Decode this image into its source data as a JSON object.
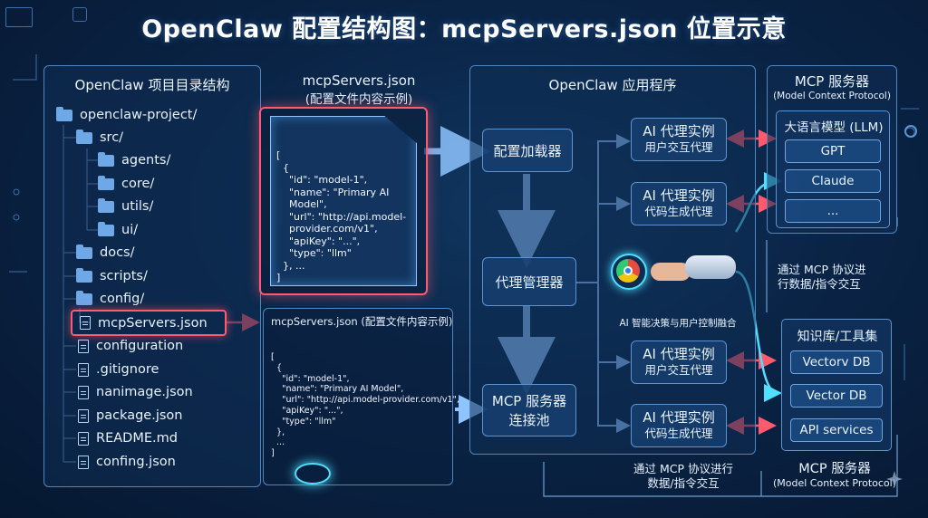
{
  "title": "OpenClaw 配置结构图：mcpServers.json 位置示意",
  "project_panel": {
    "header": "OpenClaw 项目目录结构",
    "items": [
      {
        "label": "openclaw-project/",
        "type": "folder"
      },
      {
        "label": "src/",
        "type": "folder"
      },
      {
        "label": "agents/",
        "type": "folder"
      },
      {
        "label": "core/",
        "type": "folder"
      },
      {
        "label": "utils/",
        "type": "folder"
      },
      {
        "label": "ui/",
        "type": "folder"
      },
      {
        "label": "docs/",
        "type": "folder"
      },
      {
        "label": "scripts/",
        "type": "folder"
      },
      {
        "label": "config/",
        "type": "folder"
      },
      {
        "label": "mcpServers.json",
        "type": "file"
      },
      {
        "label": "configuration",
        "type": "file"
      },
      {
        "label": ".gitignore",
        "type": "file"
      },
      {
        "label": "nanimage.json",
        "type": "file"
      },
      {
        "label": "package.json",
        "type": "file"
      },
      {
        "label": "README.md",
        "type": "file"
      },
      {
        "label": "confing.json",
        "type": "file"
      }
    ]
  },
  "json_panel": {
    "header_line1": "mcpServers.json",
    "header_line2": "(配置文件内容示例)",
    "code": "[\n  {\n    \"id\": \"model-1\",\n    \"name\": \"Primary AI\n    Model\",\n    \"url\": \"http://api.model-\n    provider.com/v1\",\n    \"apiKey\": \"...\",\n    \"type\": \"llm\"\n  }, ...\n]"
  },
  "json_panel2": {
    "header": "mcpServers.json (配置文件内容示例)",
    "code": "[\n  {\n    \"id\": \"model-1\",\n    \"name\": \"Primary AI Model\",\n    \"url\": \"http://api.model-provider.com/v1\",\n    \"apiKey\": \"...\",\n    \"type\": \"llm\"\n  },\n  ...\n]"
  },
  "app_panel": {
    "header": "OpenClaw 应用程序",
    "config_loader": "配置加载器",
    "agent_manager": "代理管理器",
    "pool_line1": "MCP 服务器",
    "pool_line2": "连接池",
    "agents": [
      {
        "title": "AI 代理实例",
        "sub": "用户交互代理"
      },
      {
        "title": "AI 代理实例",
        "sub": "代码生成代理"
      },
      {
        "title": "AI 代理实例",
        "sub": "用户交互代理"
      },
      {
        "title": "AI 代理实例",
        "sub": "代码生成代理"
      }
    ],
    "fusion_caption": "AI 智能决策与用户控制融合",
    "bottom_note_line1": "通过 MCP 协议进行",
    "bottom_note_line2": "数据/指令交互"
  },
  "mcp_panel": {
    "header": "MCP 服务器",
    "subheader": "(Model Context Protocol)",
    "llm_header": "大语言模型 (LLM)",
    "llm_items": [
      "GPT",
      "Claude",
      "..."
    ],
    "side_note_line1": "通过 MCP 协议进",
    "side_note_line2": "行数据/指令交互",
    "kb_header": "知识库/工具集",
    "kb_items": [
      "Vectorv DB",
      "Vector DB",
      "API services"
    ],
    "footer": "MCP 服务器",
    "footer_sub": "(Model Context Protocol)"
  },
  "colors": {
    "accent_red": "#ff5a6e",
    "accent_blue": "#5ab4ff",
    "cyan": "#4fe0ff",
    "panel_border": "#4e86c2"
  }
}
